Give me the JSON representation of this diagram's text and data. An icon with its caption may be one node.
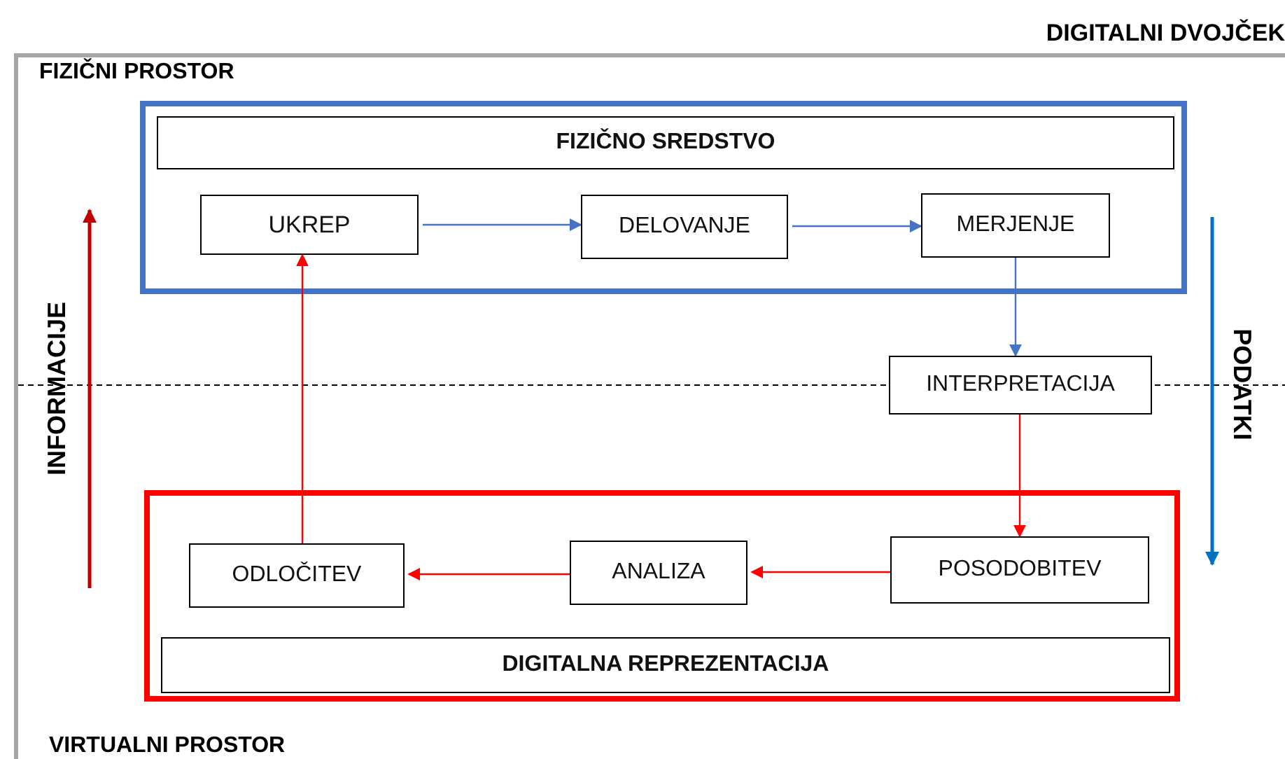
{
  "diagram": {
    "title": "DIGITALNI DVOJČEK",
    "nodes": [
      {
        "text": [
          "FIZIČNI PROSTOR",
          "VIRTUALNI PROSTOR"
        ]
      },
      {
        "text": [],
        "shape": "box",
        "in": 0
      },
      {
        "text": [
          "FIZIČNO SREDSTVO"
        ],
        "in": 1
      },
      {
        "text": [
          "UKREP"
        ],
        "in": 1
      },
      {
        "text": [
          "DELOVANJE"
        ],
        "in": 1
      },
      {
        "text": [
          "MERJENJE"
        ],
        "in": 1
      },
      {
        "text": [
          "INTERPRETACIJA"
        ],
        "in": 0
      },
      {
        "text": [],
        "shape": "box",
        "in": 0
      },
      {
        "text": [
          "ODLOČITEV"
        ],
        "in": 7
      },
      {
        "text": [
          "ANALIZA"
        ],
        "in": 7
      },
      {
        "text": [
          "POSODOBITEV"
        ],
        "in": 7
      },
      {
        "text": [
          "DIGITALNA REPREZENTACIJA"
        ],
        "in": 7
      }
    ],
    "edges": [
      {
        "from": 3,
        "to": 4,
        "arrow": "to",
        "color": "#4472c4"
      },
      {
        "from": 4,
        "to": 5,
        "arrow": "to",
        "color": "#4472c4"
      },
      {
        "from": 5,
        "to": 6,
        "arrow": "to",
        "color": "#4472c4"
      },
      {
        "from": 6,
        "to": 10,
        "arrow": "to"
      },
      {
        "from": 10,
        "to": 9,
        "arrow": "to"
      },
      {
        "from": 9,
        "to": 8,
        "arrow": "to"
      },
      {
        "from": 8,
        "to": 3,
        "arrow": "to"
      }
    ],
    "labels": [
      "INFORMACIJE",
      "PODATKI"
    ]
  }
}
